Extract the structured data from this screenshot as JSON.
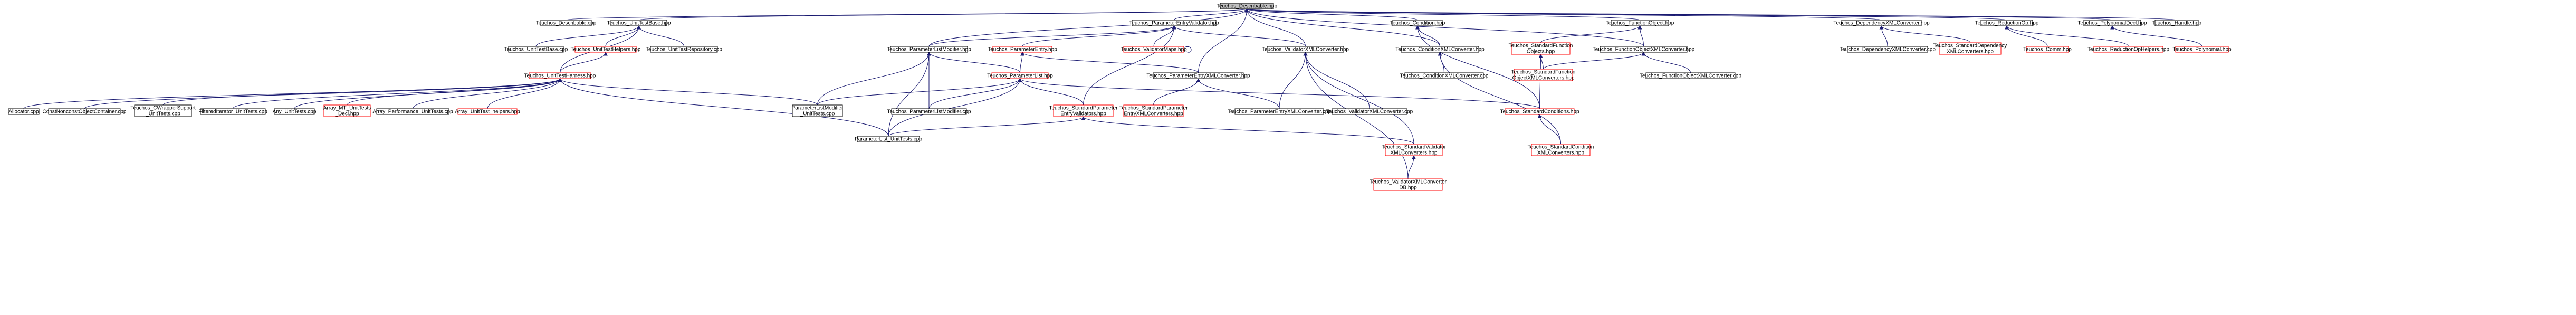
{
  "title": "",
  "colors": {
    "edge": "#191970",
    "root_fill": "#bfbfbf",
    "node_border": "#000000",
    "red_border": "#ff0000",
    "background": "#ffffff"
  },
  "nodes": [
    {
      "id": "root",
      "lines": [
        "Teuchos_Describable.hpp"
      ],
      "style": "root"
    },
    {
      "id": "describable_cpp",
      "lines": [
        "Teuchos_Describable.cpp"
      ],
      "style": "black"
    },
    {
      "id": "unittestbase_hpp",
      "lines": [
        "Teuchos_UnitTestBase.hpp"
      ],
      "style": "black"
    },
    {
      "id": "pev_hpp",
      "lines": [
        "Teuchos_ParameterEntryValidator.hpp"
      ],
      "style": "black"
    },
    {
      "id": "condition_hpp",
      "lines": [
        "Teuchos_Condition.hpp"
      ],
      "style": "black"
    },
    {
      "id": "functionobject_hpp",
      "lines": [
        "Teuchos_FunctionObject.hpp"
      ],
      "style": "black"
    },
    {
      "id": "depxml_hpp",
      "lines": [
        "Teuchos_DependencyXMLConverter.hpp"
      ],
      "style": "black"
    },
    {
      "id": "reductionop_hpp",
      "lines": [
        "Teuchos_ReductionOp.hpp"
      ],
      "style": "black"
    },
    {
      "id": "polyneval_hpp",
      "lines": [
        "Teuchos_PolynomialDecl.hpp"
      ],
      "style": "black"
    },
    {
      "id": "handle_hpp",
      "lines": [
        "Teuchos_Handle.hpp"
      ],
      "style": "black"
    },
    {
      "id": "unittestbase_cpp",
      "lines": [
        "Teuchos_UnitTestBase.cpp"
      ],
      "style": "black"
    },
    {
      "id": "unittesthelpers_hpp",
      "lines": [
        "Teuchos_UnitTestHelpers.hpp"
      ],
      "style": "red"
    },
    {
      "id": "unittestrepo_cpp",
      "lines": [
        "Teuchos_UnitTestRepository.cpp"
      ],
      "style": "black"
    },
    {
      "id": "plmodifier_hpp",
      "lines": [
        "Teuchos_ParameterListModifier.hpp"
      ],
      "style": "black"
    },
    {
      "id": "paramentry_hpp",
      "lines": [
        "Teuchos_ParameterEntry.hpp"
      ],
      "style": "red"
    },
    {
      "id": "validatormaps_hpp",
      "lines": [
        "Teuchos_ValidatorMaps.hpp"
      ],
      "style": "red"
    },
    {
      "id": "validatorxml_hpp",
      "lines": [
        "Teuchos_ValidatorXMLConverter.hpp"
      ],
      "style": "black"
    },
    {
      "id": "conditionxml_hpp",
      "lines": [
        "Teuchos_ConditionXMLConverter.hpp"
      ],
      "style": "black"
    },
    {
      "id": "stdfuncobj_hpp",
      "lines": [
        "Teuchos_StandardFunction",
        "Objects.hpp"
      ],
      "style": "red"
    },
    {
      "id": "funcobjxml_hpp",
      "lines": [
        "Teuchos_FunctionObjectXMLConverter.hpp"
      ],
      "style": "black"
    },
    {
      "id": "depxml_cpp",
      "lines": [
        "Teuchos_DependencyXMLConverter.cpp"
      ],
      "style": "black"
    },
    {
      "id": "stddepxml_hpp",
      "lines": [
        "Teuchos_StandardDependency",
        "XMLConverters.hpp"
      ],
      "style": "red"
    },
    {
      "id": "comm_hpp",
      "lines": [
        "Teuchos_Comm.hpp"
      ],
      "style": "red"
    },
    {
      "id": "reductionophelpers_hpp",
      "lines": [
        "Teuchos_ReductionOpHelpers.hpp"
      ],
      "style": "red"
    },
    {
      "id": "polynomial_hpp",
      "lines": [
        "Teuchos_Polynomial.hpp"
      ],
      "style": "red"
    },
    {
      "id": "unittestharness_hpp",
      "lines": [
        "Teuchos_UnitTestHarness.hpp"
      ],
      "style": "red"
    },
    {
      "id": "paramlist_hpp",
      "lines": [
        "Teuchos_ParameterList.hpp"
      ],
      "style": "red"
    },
    {
      "id": "pexml_hpp",
      "lines": [
        "Teuchos_ParameterEntryXMLConverter.hpp"
      ],
      "style": "black"
    },
    {
      "id": "conditionxml_cpp",
      "lines": [
        "Teuchos_ConditionXMLConverter.cpp"
      ],
      "style": "black"
    },
    {
      "id": "stdfuncobjxml_hpp",
      "lines": [
        "Teuchos_StandardFunction",
        "ObjectXMLConverters.hpp"
      ],
      "style": "red"
    },
    {
      "id": "funcobjxml_cpp",
      "lines": [
        "Teuchos_FunctionObjectXMLConverter.cpp"
      ],
      "style": "black"
    },
    {
      "id": "allocator_cpp",
      "lines": [
        "Allocator.cpp"
      ],
      "style": "black"
    },
    {
      "id": "constnonconst_cpp",
      "lines": [
        "ConstNonconstObjectContainer.cpp"
      ],
      "style": "black"
    },
    {
      "id": "cwrapper_cpp",
      "lines": [
        "Teuchos_CWrapperSupport",
        "_UnitTests.cpp"
      ],
      "style": "black"
    },
    {
      "id": "filterediter_cpp",
      "lines": [
        "FilteredIterator_UnitTests.cpp"
      ],
      "style": "black"
    },
    {
      "id": "any_cpp",
      "lines": [
        "Any_UnitTests.cpp"
      ],
      "style": "black"
    },
    {
      "id": "arraymt_cpp",
      "lines": [
        "Array_MT_UnitTests",
        "_Decl.hpp"
      ],
      "style": "red"
    },
    {
      "id": "arrayperf_cpp",
      "lines": [
        "Array_Performance_UnitTests.cpp"
      ],
      "style": "black"
    },
    {
      "id": "arrayhelpers_hpp",
      "lines": [
        "Array_UnitTest_helpers.hpp"
      ],
      "style": "red"
    },
    {
      "id": "plmodifier_ut_cpp",
      "lines": [
        "ParameterListModifier",
        "_UnitTests.cpp"
      ],
      "style": "black"
    },
    {
      "id": "plmodifier_cpp",
      "lines": [
        "Teuchos_ParameterListModifier.cpp"
      ],
      "style": "black"
    },
    {
      "id": "stdparamvalid_hpp",
      "lines": [
        "Teuchos_StandardParameter",
        "EntryValidators.hpp"
      ],
      "style": "red"
    },
    {
      "id": "stdpexml_hpp",
      "lines": [
        "Teuchos_StandardParameter",
        "EntryXMLConverters.hpp"
      ],
      "style": "red"
    },
    {
      "id": "pexml_cpp",
      "lines": [
        "Teuchos_ParameterEntryXMLConverter.cpp"
      ],
      "style": "black"
    },
    {
      "id": "validatorxml_cpp",
      "lines": [
        "Teuchos_ValidatorXMLConverter.cpp"
      ],
      "style": "black"
    },
    {
      "id": "stdconditions_hpp",
      "lines": [
        "Teuchos_StandardConditions.hpp"
      ],
      "style": "red"
    },
    {
      "id": "stdcondxml_hpp",
      "lines": [
        "Teuchos_StandardCondition",
        "XMLConverters.hpp"
      ],
      "style": "red"
    },
    {
      "id": "stdvalidxml_hpp",
      "lines": [
        "Teuchos_StandardValidator",
        "XMLConverters.hpp"
      ],
      "style": "red"
    },
    {
      "id": "pl_ut_cpp",
      "lines": [
        "ParameterList_UnitTests.cpp"
      ],
      "style": "black"
    },
    {
      "id": "validxmldb_hpp",
      "lines": [
        "Teuchos_ValidatorXMLConverter",
        "DB.hpp"
      ],
      "style": "red"
    }
  ],
  "edges": [
    [
      "root",
      "describable_cpp"
    ],
    [
      "root",
      "unittestbase_hpp"
    ],
    [
      "root",
      "pev_hpp"
    ],
    [
      "root",
      "condition_hpp"
    ],
    [
      "root",
      "functionobject_hpp"
    ],
    [
      "root",
      "depxml_hpp"
    ],
    [
      "root",
      "reductionop_hpp"
    ],
    [
      "root",
      "polyneval_hpp"
    ],
    [
      "root",
      "handle_hpp"
    ],
    [
      "root",
      "plmodifier_hpp"
    ],
    [
      "root",
      "validatorxml_hpp"
    ],
    [
      "root",
      "funcobjxml_hpp"
    ],
    [
      "root",
      "pexml_hpp"
    ],
    [
      "root",
      "conditionxml_hpp"
    ],
    [
      "unittestbase_hpp",
      "unittestbase_cpp"
    ],
    [
      "unittestbase_hpp",
      "unittesthelpers_hpp"
    ],
    [
      "unittestbase_hpp",
      "unittestrepo_cpp"
    ],
    [
      "unittestbase_hpp",
      "unittestharness_hpp"
    ],
    [
      "unittesthelpers_hpp",
      "unittestharness_hpp"
    ],
    [
      "unittestharness_hpp",
      "allocator_cpp"
    ],
    [
      "unittestharness_hpp",
      "constnonconst_cpp"
    ],
    [
      "unittestharness_hpp",
      "cwrapper_cpp"
    ],
    [
      "unittestharness_hpp",
      "filterediter_cpp"
    ],
    [
      "unittestharness_hpp",
      "any_cpp"
    ],
    [
      "unittestharness_hpp",
      "arraymt_cpp"
    ],
    [
      "unittestharness_hpp",
      "arrayperf_cpp"
    ],
    [
      "unittestharness_hpp",
      "arrayhelpers_hpp"
    ],
    [
      "unittestharness_hpp",
      "plmodifier_ut_cpp"
    ],
    [
      "unittestharness_hpp",
      "pl_ut_cpp"
    ],
    [
      "pev_hpp",
      "plmodifier_hpp"
    ],
    [
      "pev_hpp",
      "paramentry_hpp"
    ],
    [
      "pev_hpp",
      "validatormaps_hpp"
    ],
    [
      "pev_hpp",
      "validatorxml_hpp"
    ],
    [
      "pev_hpp",
      "stdparamvalid_hpp"
    ],
    [
      "validatormaps_hpp",
      "validatormaps_hpp"
    ],
    [
      "plmodifier_hpp",
      "paramlist_hpp"
    ],
    [
      "plmodifier_hpp",
      "plmodifier_ut_cpp"
    ],
    [
      "plmodifier_hpp",
      "plmodifier_cpp"
    ],
    [
      "plmodifier_hpp",
      "pl_ut_cpp"
    ],
    [
      "paramentry_hpp",
      "paramlist_hpp"
    ],
    [
      "paramentry_hpp",
      "pexml_hpp"
    ],
    [
      "paramlist_hpp",
      "plmodifier_ut_cpp"
    ],
    [
      "paramlist_hpp",
      "plmodifier_cpp"
    ],
    [
      "paramlist_hpp",
      "stdparamvalid_hpp"
    ],
    [
      "paramlist_hpp",
      "pl_ut_cpp"
    ],
    [
      "paramlist_hpp",
      "stdconditions_hpp"
    ],
    [
      "pexml_hpp",
      "stdpexml_hpp"
    ],
    [
      "pexml_hpp",
      "pexml_cpp"
    ],
    [
      "validatorxml_hpp",
      "validatorxml_cpp"
    ],
    [
      "validatorxml_hpp",
      "stdvalidxml_hpp"
    ],
    [
      "validatorxml_hpp",
      "validxmldb_hpp"
    ],
    [
      "validatorxml_hpp",
      "pexml_cpp"
    ],
    [
      "stdparamvalid_hpp",
      "pl_ut_cpp"
    ],
    [
      "stdparamvalid_hpp",
      "stdvalidxml_hpp"
    ],
    [
      "stdvalidxml_hpp",
      "validxmldb_hpp"
    ],
    [
      "condition_hpp",
      "conditionxml_hpp"
    ],
    [
      "condition_hpp",
      "stdconditions_hpp"
    ],
    [
      "conditionxml_hpp",
      "conditionxml_cpp"
    ],
    [
      "conditionxml_hpp",
      "stdcondxml_hpp"
    ],
    [
      "functionobject_hpp",
      "stdfuncobj_hpp"
    ],
    [
      "functionobject_hpp",
      "funcobjxml_hpp"
    ],
    [
      "stdfuncobj_hpp",
      "stdfuncobjxml_hpp"
    ],
    [
      "stdfuncobj_hpp",
      "stdconditions_hpp"
    ],
    [
      "funcobjxml_hpp",
      "stdfuncobjxml_hpp"
    ],
    [
      "funcobjxml_hpp",
      "funcobjxml_cpp"
    ],
    [
      "stdconditions_hpp",
      "stdcondxml_hpp"
    ],
    [
      "depxml_hpp",
      "depxml_cpp"
    ],
    [
      "depxml_hpp",
      "stddepxml_hpp"
    ],
    [
      "reductionop_hpp",
      "comm_hpp"
    ],
    [
      "reductionop_hpp",
      "reductionophelpers_hpp"
    ],
    [
      "polyneval_hpp",
      "polynomial_hpp"
    ]
  ]
}
